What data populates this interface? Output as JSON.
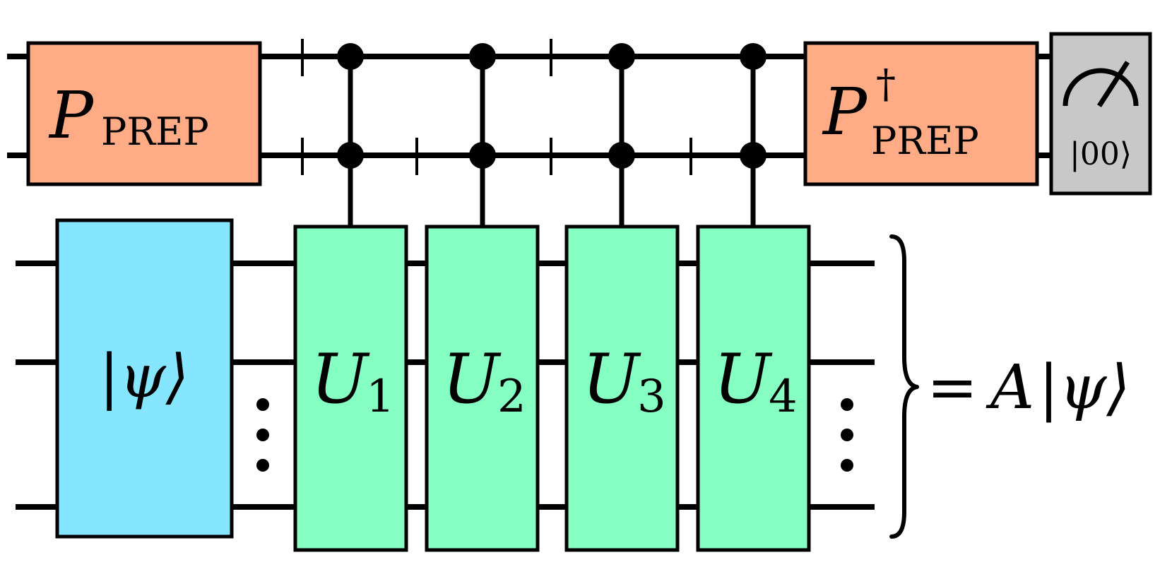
{
  "gates": {
    "prep": {
      "symbol": "P",
      "subscript": "PREP"
    },
    "prep_dagger": {
      "symbol": "P",
      "subscript": "PREP",
      "superscript": "†"
    },
    "measurement": {
      "state": "|00⟩"
    },
    "state": {
      "label": "|ψ⟩"
    },
    "unitaries": [
      {
        "symbol": "U",
        "index": "1"
      },
      {
        "symbol": "U",
        "index": "2"
      },
      {
        "symbol": "U",
        "index": "3"
      },
      {
        "symbol": "U",
        "index": "4"
      }
    ]
  },
  "result": {
    "equals": "=",
    "operator": "A",
    "state": "|ψ⟩"
  },
  "colors": {
    "prep": "#ffab85",
    "state": "#86e5ff",
    "unitary": "#86ffc2",
    "measurement": "#c8c8c8",
    "wire": "#000000"
  }
}
